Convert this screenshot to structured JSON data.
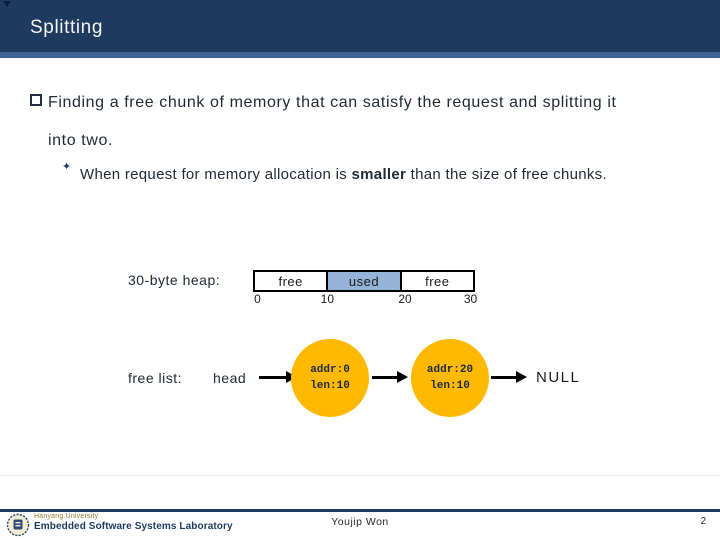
{
  "header": {
    "title": "Splitting"
  },
  "bullets": {
    "main": "Finding a free chunk of memory that can satisfy the request and splitting it into two.",
    "sub_pre": "When request for memory allocation is ",
    "sub_bold": "smaller",
    "sub_post": " than the size of free chunks.",
    "sub_marker": "✦"
  },
  "heap": {
    "label": "30-byte heap:",
    "segments": [
      {
        "label": "free",
        "state": "free"
      },
      {
        "label": "used",
        "state": "used"
      },
      {
        "label": "free",
        "state": "free"
      }
    ],
    "ticks": [
      "0",
      "10",
      "20",
      "30"
    ],
    "used_fill_color": "#95B3D7"
  },
  "free_list": {
    "label": "free list:",
    "head_label": "head",
    "nodes": [
      {
        "line1": "addr:0",
        "line2": "len:10"
      },
      {
        "line1": "addr:20",
        "line2": "len:10"
      }
    ],
    "terminator": "NULL",
    "node_fill_color": "#FFB900"
  },
  "footer": {
    "university": "Hanyang University",
    "lab": "Embedded Software Systems Laboratory",
    "author": "Youjip Won",
    "page": "2"
  },
  "colors": {
    "header_bg": "#1E3A5F",
    "accent_strip": "#3D6494"
  }
}
